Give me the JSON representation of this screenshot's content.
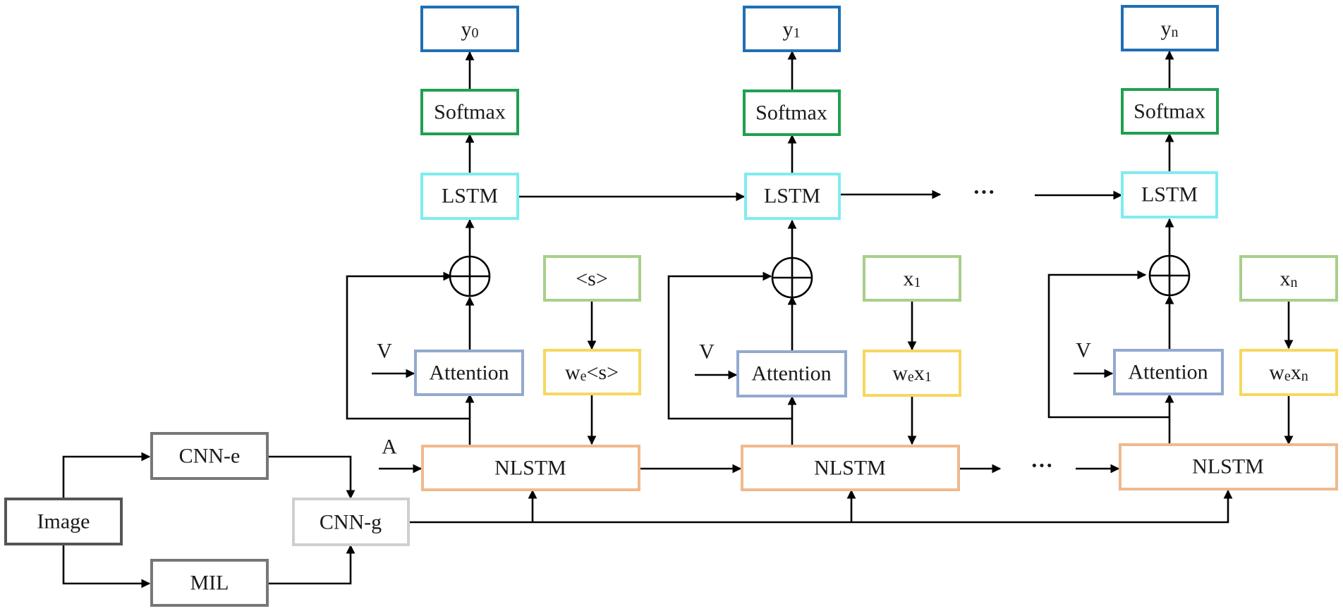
{
  "colors": {
    "output": "#1f6fb5",
    "softmax": "#1fa04f",
    "lstm": "#7fecf0",
    "attention": "#93a9cf",
    "token": "#a8cf8a",
    "embed": "#f6d860",
    "nlstm": "#efb98e",
    "image": "#555555",
    "cnn_e": "#777777",
    "mil": "#777777",
    "cnn_g": "#cfcfcf",
    "line": "#000000"
  },
  "inputs": {
    "image": "Image",
    "cnn_e": "CNN-e",
    "mil": "MIL",
    "cnn_g": "CNN-g",
    "a_label": "A"
  },
  "steps": [
    {
      "output": "y",
      "output_sub": "0",
      "softmax": "Softmax",
      "lstm": "LSTM",
      "v_label": "V",
      "attention": "Attention",
      "token": "<s>",
      "token_sub": "",
      "embed": "w",
      "embed_sub": "e",
      "embed_tail": "<s>",
      "embed_tail_sub": "",
      "nlstm": "NLSTM"
    },
    {
      "output": "y",
      "output_sub": "1",
      "softmax": "Softmax",
      "lstm": "LSTM",
      "v_label": "V",
      "attention": "Attention",
      "token": "x",
      "token_sub": "1",
      "embed": "w",
      "embed_sub": "e",
      "embed_tail": "x",
      "embed_tail_sub": "1",
      "nlstm": "NLSTM"
    },
    {
      "output": "y",
      "output_sub": "n",
      "softmax": "Softmax",
      "lstm": "LSTM",
      "v_label": "V",
      "attention": "Attention",
      "token": "x",
      "token_sub": "n",
      "embed": "w",
      "embed_sub": "e",
      "embed_tail": "x",
      "embed_tail_sub": "n",
      "nlstm": "NLSTM"
    }
  ],
  "ellipsis": {
    "lstm_row": "···",
    "nlstm_row": "···"
  }
}
